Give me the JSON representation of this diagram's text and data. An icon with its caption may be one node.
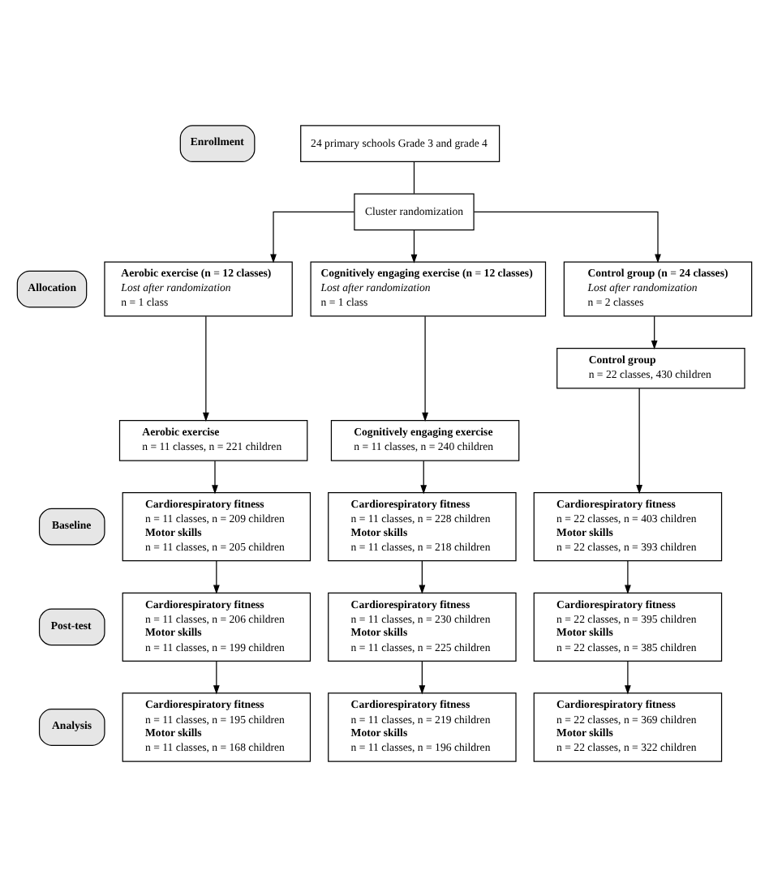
{
  "diagram": {
    "nodes": [
      {
        "text": [
          "Enrollment"
        ]
      },
      {
        "text": [
          "24 primary schools Grade 3 and grade 4"
        ]
      },
      {
        "text": [
          "Cluster randomization"
        ]
      },
      {
        "text": [
          "Allocation"
        ]
      },
      {
        "text": [
          "Aerobic exercise (n = 12 classes)",
          "Lost after randomization",
          "n = 1 class"
        ]
      },
      {
        "text": [
          "Cognitively engaging exercise (n = 12 classes)",
          "Lost after randomization",
          "n = 1 class"
        ]
      },
      {
        "text": [
          "Control group (n = 24 classes)",
          "Lost after randomization",
          "n = 2 classes"
        ]
      },
      {
        "text": [
          "Aerobic exercise",
          "n = 11 classes, n = 221 children"
        ]
      },
      {
        "text": [
          "Cognitively engaging exercise",
          "n = 11 classes, n = 240 children"
        ]
      },
      {
        "text": [
          "Control group",
          "n = 22 classes, 430 children"
        ]
      },
      {
        "text": [
          "Baseline"
        ]
      },
      {
        "text": [
          "Cardiorespiratory fitness",
          "n = 11 classes, n = 209 children",
          "Motor skills",
          "n = 11 classes, n = 205 children"
        ]
      },
      {
        "text": [
          "Cardiorespiratory fitness",
          "n = 11 classes, n = 228 children",
          "Motor skills",
          "n = 11 classes, n = 218 children"
        ]
      },
      {
        "text": [
          "Cardiorespiratory fitness",
          "n = 22 classes, n = 403 children",
          "Motor skills",
          "n = 22 classes, n = 393 children"
        ]
      },
      {
        "text": [
          "Post-test"
        ]
      },
      {
        "text": [
          "Cardiorespiratory fitness",
          "n = 11 classes, n = 206 children",
          "Motor skills",
          "n = 11 classes, n = 199 children"
        ]
      },
      {
        "text": [
          "Cardiorespiratory fitness",
          "n = 11 classes, n = 230 children",
          "Motor skills",
          "n = 11 classes, n = 225 children"
        ]
      },
      {
        "text": [
          "Cardiorespiratory fitness",
          "n = 22 classes, n = 395 children",
          "Motor skills",
          "n = 22 classes, n = 385 children"
        ]
      },
      {
        "text": [
          "Analysis"
        ]
      },
      {
        "text": [
          "Cardiorespiratory fitness",
          "n = 11 classes, n = 195 children",
          "Motor skills",
          "n = 11 classes, n = 168 children"
        ]
      },
      {
        "text": [
          "Cardiorespiratory fitness",
          "n = 11 classes, n = 219 children",
          "Motor skills",
          "n = 11 classes, n = 196 children"
        ]
      },
      {
        "text": [
          "Cardiorespiratory fitness",
          "n = 22 classes, n = 369 children",
          "Motor skills",
          "n = 22 classes, n = 322 children"
        ]
      }
    ],
    "edges": [
      {
        "from": 1,
        "to": 2,
        "arrow": "none"
      },
      {
        "from": 2,
        "to": 4,
        "arrow": "to"
      },
      {
        "from": 2,
        "to": 5,
        "arrow": "to"
      },
      {
        "from": 2,
        "to": 6,
        "arrow": "to"
      },
      {
        "from": 4,
        "to": 7,
        "arrow": "to"
      },
      {
        "from": 5,
        "to": 8,
        "arrow": "to"
      },
      {
        "from": 6,
        "to": 9,
        "arrow": "to"
      },
      {
        "from": 7,
        "to": 11,
        "arrow": "to"
      },
      {
        "from": 8,
        "to": 12,
        "arrow": "to"
      },
      {
        "from": 9,
        "to": 13,
        "arrow": "to"
      },
      {
        "from": 11,
        "to": 15,
        "arrow": "to"
      },
      {
        "from": 12,
        "to": 16,
        "arrow": "to"
      },
      {
        "from": 13,
        "to": 17,
        "arrow": "to"
      },
      {
        "from": 15,
        "to": 19,
        "arrow": "to"
      },
      {
        "from": 16,
        "to": 20,
        "arrow": "to"
      },
      {
        "from": 17,
        "to": 21,
        "arrow": "to"
      }
    ]
  }
}
